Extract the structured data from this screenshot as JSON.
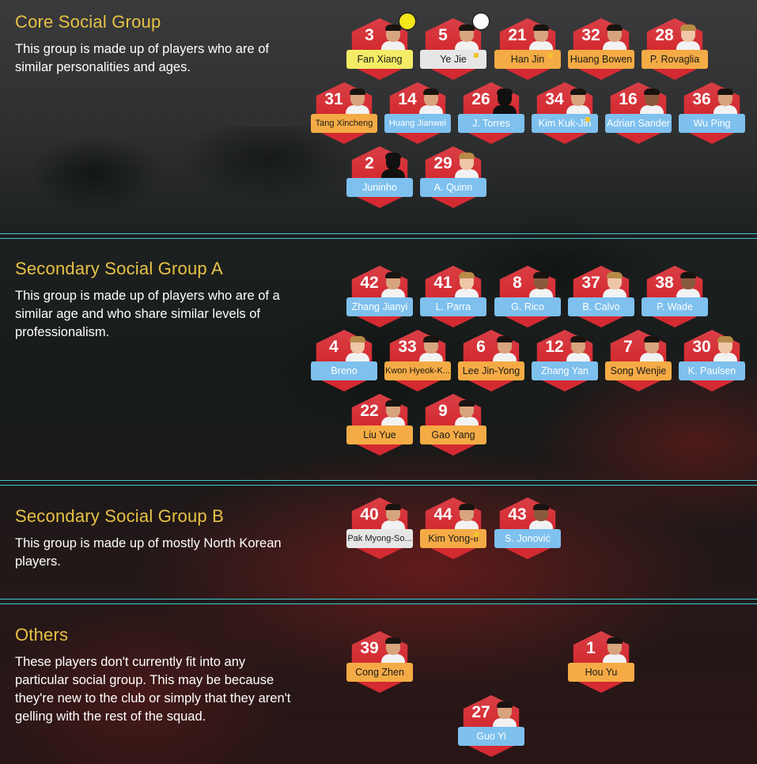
{
  "sections": [
    {
      "title": "Core Social Group",
      "description": "This group is made up of players who are of similar personalities and ages."
    },
    {
      "title": "Secondary Social Group A",
      "description": "This group is made up of players who are of a similar age and who share similar levels of professionalism."
    },
    {
      "title": "Secondary Social Group B",
      "description": "This group is made up of mostly North Korean players."
    },
    {
      "title": "Others",
      "description": "These players don't currently fit into any particular social group. This may be because they're new to the club or simply that they aren't gelling with the rest of the squad."
    }
  ],
  "colors": {
    "hex": "#d42a31",
    "blue": "#7ec0ee",
    "orange": "#f5ab45",
    "yellow": "#f4ec66",
    "gray": "#e6e6e6",
    "title": "#e7c244",
    "divider": "#3ec9cf"
  },
  "players": [
    {
      "id": "p01",
      "number": "3",
      "name": "Fan Xiang",
      "color": "yellow",
      "badge": "vice-captain-badge-icon"
    },
    {
      "id": "p02",
      "number": "5",
      "name": "Ye Jie",
      "color": "gray",
      "badge": "captain-badge-icon",
      "dot": true
    },
    {
      "id": "p03",
      "number": "21",
      "name": "Han Jin",
      "color": "orange",
      "dot": true
    },
    {
      "id": "p04",
      "number": "32",
      "name": "Huang Bowen",
      "color": "orange"
    },
    {
      "id": "p05",
      "number": "28",
      "name": "P. Rovaglia",
      "color": "orange"
    },
    {
      "id": "p06",
      "number": "31",
      "name": "Tang Xincheng",
      "color": "orange"
    },
    {
      "id": "p07",
      "number": "14",
      "name": "Huang Jianwei",
      "color": "blue"
    },
    {
      "id": "p08",
      "number": "26",
      "name": "J. Torres",
      "color": "blue",
      "silhouette": true
    },
    {
      "id": "p09",
      "number": "34",
      "name": "Kim Kuk-Jin",
      "color": "blue",
      "dot": true
    },
    {
      "id": "p10",
      "number": "16",
      "name": "Adrian Sander",
      "color": "blue"
    },
    {
      "id": "p11",
      "number": "36",
      "name": "Wu Ping",
      "color": "blue"
    },
    {
      "id": "p12",
      "number": "2",
      "name": "Juninho",
      "color": "blue",
      "silhouette": true
    },
    {
      "id": "p13",
      "number": "29",
      "name": "A. Quinn",
      "color": "blue"
    },
    {
      "id": "p14",
      "number": "42",
      "name": "Zhang Jianyi",
      "color": "blue"
    },
    {
      "id": "p15",
      "number": "41",
      "name": "L. Parra",
      "color": "blue"
    },
    {
      "id": "p16",
      "number": "8",
      "name": "G. Rico",
      "color": "blue"
    },
    {
      "id": "p17",
      "number": "37",
      "name": "B. Calvo",
      "color": "blue"
    },
    {
      "id": "p18",
      "number": "38",
      "name": "P. Wade",
      "color": "blue"
    },
    {
      "id": "p19",
      "number": "4",
      "name": "Breno",
      "color": "blue"
    },
    {
      "id": "p20",
      "number": "33",
      "name": "Kwon Hyeok-K...",
      "color": "orange"
    },
    {
      "id": "p21",
      "number": "6",
      "name": "Lee Jin-Yong",
      "color": "orange"
    },
    {
      "id": "p22",
      "number": "12",
      "name": "Zhang Yan",
      "color": "blue"
    },
    {
      "id": "p23",
      "number": "7",
      "name": "Song Wenjie",
      "color": "orange"
    },
    {
      "id": "p24",
      "number": "30",
      "name": "K. Paulsen",
      "color": "blue"
    },
    {
      "id": "p25",
      "number": "22",
      "name": "Liu Yue",
      "color": "orange"
    },
    {
      "id": "p26",
      "number": "9",
      "name": "Gao Yang",
      "color": "orange"
    },
    {
      "id": "p27",
      "number": "40",
      "name": "Pak Myong-So...",
      "color": "gray"
    },
    {
      "id": "p28",
      "number": "44",
      "name": "Kim Yong-Il",
      "color": "orange",
      "dot": true
    },
    {
      "id": "p29",
      "number": "43",
      "name": "S. Jonović",
      "color": "blue"
    },
    {
      "id": "p30",
      "number": "39",
      "name": "Cong Zhen",
      "color": "orange"
    },
    {
      "id": "p31",
      "number": "1",
      "name": "Hou Yu",
      "color": "orange"
    },
    {
      "id": "p32",
      "number": "27",
      "name": "Guo Yi",
      "color": "blue"
    }
  ]
}
